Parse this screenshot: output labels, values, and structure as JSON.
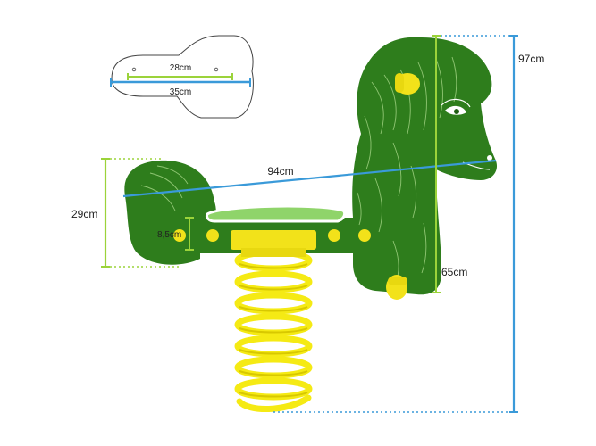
{
  "colors": {
    "body_green": "#2e7d1c",
    "body_green_dark": "#1f5e12",
    "seat_green": "#8fd46a",
    "bolt_yellow": "#f2e21a",
    "spring_yellow": "#f5ea14",
    "measure_blue": "#3a9ad9",
    "measure_green": "#9bd33a"
  },
  "seat_inset": {
    "seat_width_label": "28cm",
    "total_width_label": "35cm"
  },
  "dimensions": {
    "length_label": "94cm",
    "total_height_label": "97cm",
    "tail_height_label": "29cm",
    "thickness_label": "8,5cm",
    "seat_height_label": "65cm"
  }
}
